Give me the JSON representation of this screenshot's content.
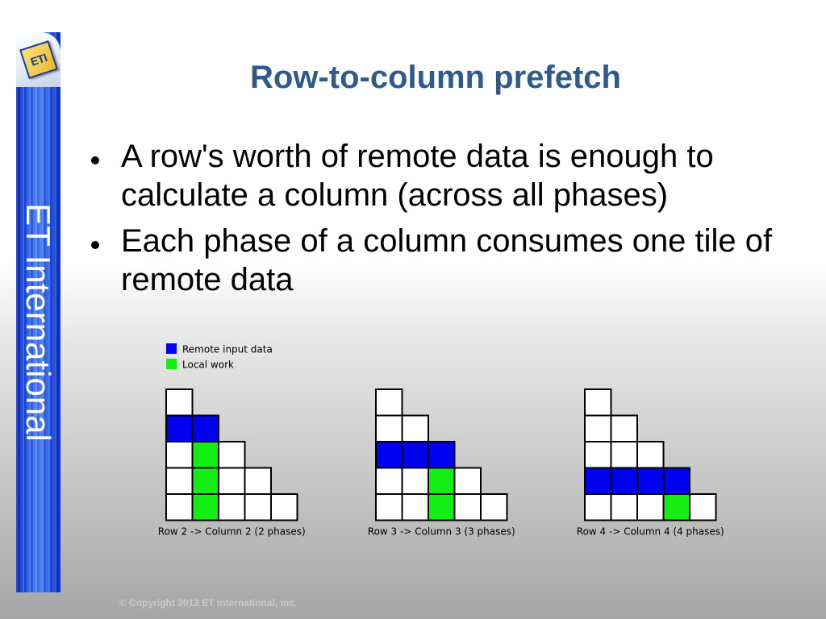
{
  "slide": {
    "title": "Row-to-column prefetch",
    "brand_text": "ET International",
    "logo_text": "ETI",
    "bullets": [
      "A row's worth of remote data is enough to calculate a column (across all phases)",
      "Each phase of a column consumes one tile of remote data"
    ],
    "copyright": "© Copyright 2012 ET International, Inc."
  },
  "colors": {
    "title": "#2e5a8c",
    "cell_states": [
      "#ffffff",
      "#0000f0",
      "#14ee14"
    ]
  },
  "diagram": {
    "legend": [
      {
        "label": "Remote input data",
        "state": 1
      },
      {
        "label": "Local work",
        "state": 2
      }
    ],
    "triangles": [
      {
        "caption": "Row 2 -> Column 2 (2 phases)",
        "rows": [
          [
            0
          ],
          [
            1,
            1
          ],
          [
            0,
            2,
            0
          ],
          [
            0,
            2,
            0,
            0
          ],
          [
            0,
            2,
            0,
            0,
            0
          ]
        ]
      },
      {
        "caption": "Row 3 -> Column 3 (3 phases)",
        "rows": [
          [
            0
          ],
          [
            0,
            0
          ],
          [
            1,
            1,
            1
          ],
          [
            0,
            0,
            2,
            0
          ],
          [
            0,
            0,
            2,
            0,
            0
          ]
        ]
      },
      {
        "caption": "Row 4 -> Column 4 (4 phases)",
        "rows": [
          [
            0
          ],
          [
            0,
            0
          ],
          [
            0,
            0,
            0
          ],
          [
            1,
            1,
            1,
            1
          ],
          [
            0,
            0,
            0,
            2,
            0
          ]
        ]
      }
    ]
  }
}
